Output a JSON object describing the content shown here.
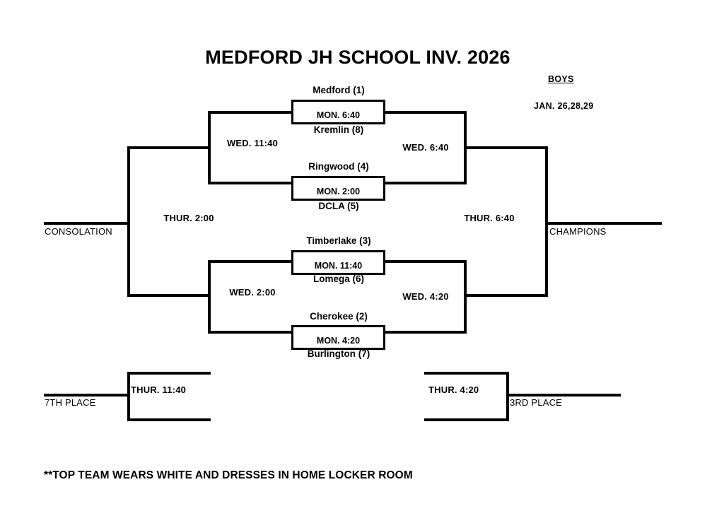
{
  "header": {
    "title": "MEDFORD JH SCHOOL INV.  2026",
    "division": "BOYS",
    "dates": "JAN. 26,28,29"
  },
  "footnote": "**TOP TEAM WEARS WHITE AND DRESSES IN HOME LOCKER ROOM",
  "labels": {
    "consolation": "CONSOLATION",
    "champions": "CHAMPIONS",
    "seventh_place": "7TH PLACE",
    "third_place": "3RD PLACE"
  },
  "bracket": {
    "first_round": [
      {
        "id": "game-1",
        "top_team": "Medford (1)",
        "bottom_team": "Kremlin (8)",
        "time": "MON. 6:40"
      },
      {
        "id": "game-2",
        "top_team": "Ringwood (4)",
        "bottom_team": "DCLA (5)",
        "time": "MON.  2:00"
      },
      {
        "id": "game-3",
        "top_team": "Timberlake (3)",
        "bottom_team": "Lomega (6)",
        "time": "MON. 11:40"
      },
      {
        "id": "game-4",
        "top_team": "Cherokee (2)",
        "bottom_team": "Burlington (7)",
        "time": "MON.  4:20"
      }
    ],
    "winners_semifinals": [
      {
        "id": "winners-semi-upper",
        "time": "WED.   6:40"
      },
      {
        "id": "winners-semi-lower",
        "time": "WED.   4:20"
      }
    ],
    "winners_final": {
      "id": "championship-game",
      "time": "THUR.  6:40"
    },
    "consolation_semifinals": [
      {
        "id": "consolation-semi-upper",
        "time": "WED.   11:40"
      },
      {
        "id": "consolation-semi-lower",
        "time": "WED.   2:00"
      }
    ],
    "consolation_final": {
      "id": "consolation-game",
      "time": "THUR.   2:00"
    },
    "seventh_place_game": {
      "id": "seventh-place-game",
      "time": "THUR. 11:40"
    },
    "third_place_game": {
      "id": "third-place-game",
      "time": "THUR.       4:20"
    }
  }
}
